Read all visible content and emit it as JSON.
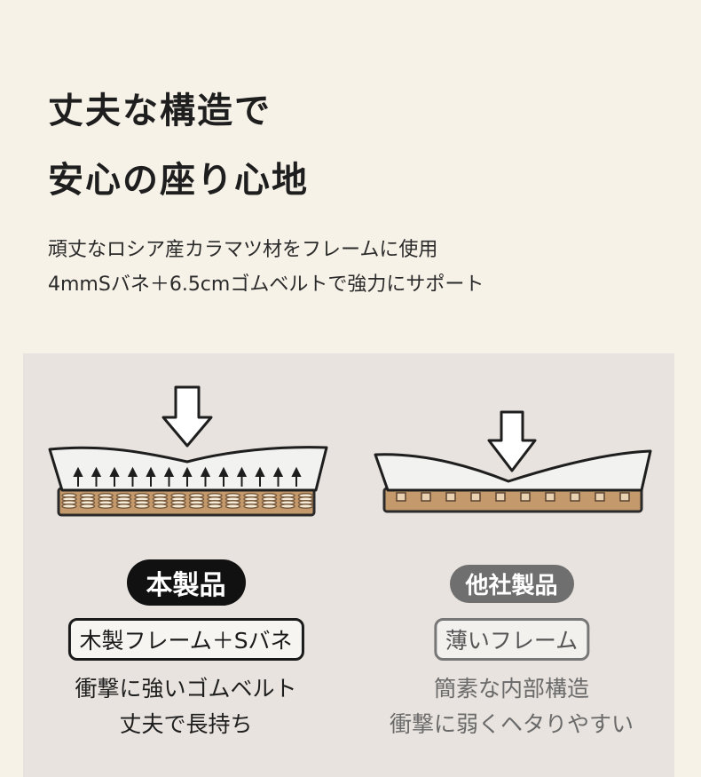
{
  "headline": {
    "line1": "丈夫な構造で",
    "line2": "安心の座り心地"
  },
  "description": {
    "line1": "頑丈なロシア産カラマツ材をフレームに使用",
    "line2": "4mmSバネ＋6.5cmゴムベルトで強力にサポート"
  },
  "comparison": {
    "ours": {
      "badge": "本製品",
      "tag": "木製フレーム＋Sバネ",
      "line1": "衝撃に強いゴムベルト",
      "line2": "丈夫で長持ち",
      "icon": "cushion-with-springs-icon"
    },
    "others": {
      "badge": "他社製品",
      "tag": "薄いフレーム",
      "line1": "簡素な内部構造",
      "line2": "衝撃に弱くヘタりやすい",
      "icon": "cushion-sagging-icon"
    }
  },
  "colors": {
    "background": "#f7f2e8",
    "panel": "#e8e3de",
    "frame": "#c49a6c",
    "badge_main": "#111111",
    "badge_other": "#6f6f6f"
  }
}
